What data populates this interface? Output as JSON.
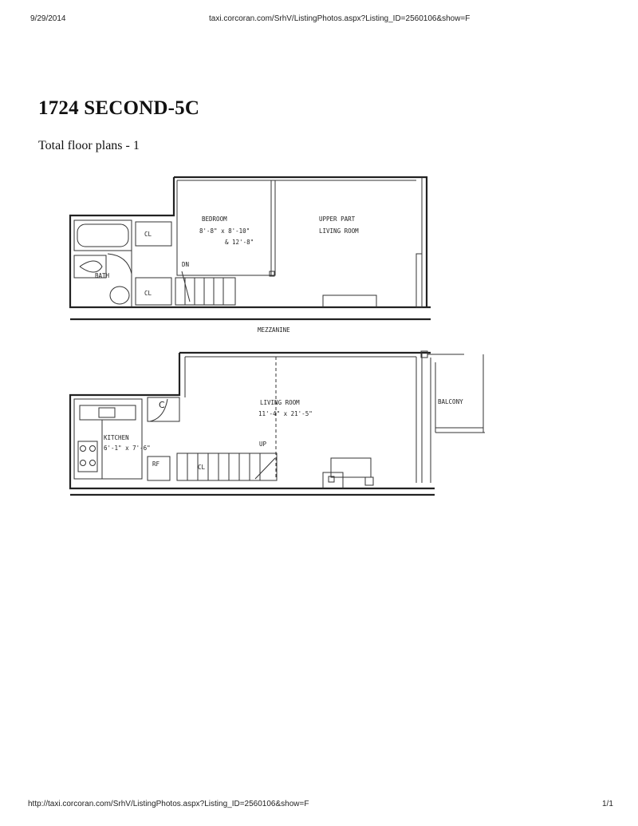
{
  "header": {
    "date": "9/29/2014",
    "url": "taxi.corcoran.com/SrhV/ListingPhotos.aspx?Listing_ID=2560106&show=F"
  },
  "listing": {
    "title": "1724 SECOND-5C",
    "subtitle": "Total floor plans - 1"
  },
  "floorplan": {
    "mezzanine": {
      "caption": "MEZZANINE",
      "bedroom_label": "BEDROOM",
      "bedroom_dim1": "8'-8\" x 8'-10\"",
      "bedroom_dim2": "& 12'-8\"",
      "upper_label1": "UPPER PART",
      "upper_label2": "LIVING ROOM",
      "closet1": "CL",
      "closet2": "CL",
      "bath": "BATH",
      "dn": "DN"
    },
    "main": {
      "living_label": "LIVING ROOM",
      "living_dim": "11'-4\" x 21'-5\"",
      "kitchen_label": "KITCHEN",
      "kitchen_dim": "6'-1\" x 7'-6\"",
      "balcony": "BALCONY",
      "closet": "C",
      "rf": "RF",
      "cl": "CL",
      "up": "UP"
    }
  },
  "footer": {
    "url": "http://taxi.corcoran.com/SrhV/ListingPhotos.aspx?Listing_ID=2560106&show=F",
    "page": "1/1"
  }
}
